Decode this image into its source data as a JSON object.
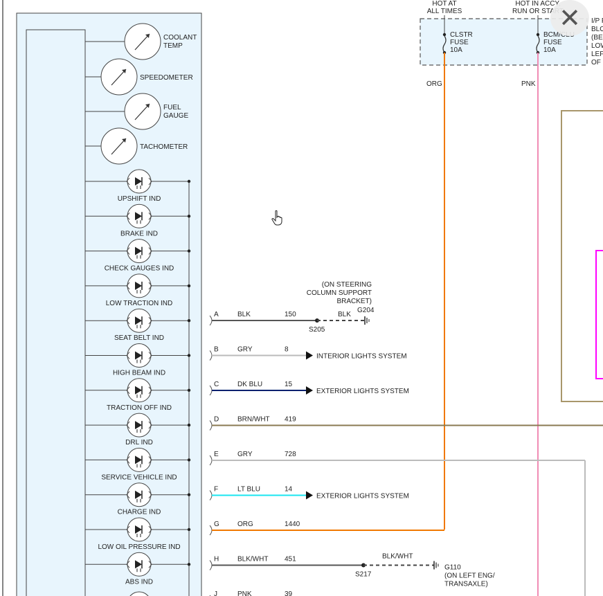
{
  "colors": {
    "org": "#f07800",
    "pnk": "#f08cb4",
    "blk": "#555555",
    "gry": "#bbbbbb",
    "dk_blu": "#00206e",
    "brn_wht": "#8a7a52",
    "lt_blu": "#19e6f0",
    "blk_wht": "#555555",
    "module_fill": "#e8f5fd",
    "frame_tan": "#a8966a",
    "magenta": "#ff00ff"
  },
  "fuse_block": {
    "fuses": [
      {
        "hot_label": [
          "HOT AT",
          "ALL TIMES"
        ],
        "name": [
          "CLSTR",
          "FUSE",
          "10A"
        ],
        "wire": "ORG"
      },
      {
        "hot_label": [
          "HOT IN ACCY,",
          "RUN OR START"
        ],
        "name": [
          "BCM/CLU",
          "FUSE",
          "10A"
        ],
        "wire": "PNK"
      }
    ],
    "side_label": [
      "I/P F",
      "BLO",
      "(BE",
      "LOW",
      "LEF",
      "OF I"
    ]
  },
  "gauges": [
    {
      "label": [
        "COOLANT",
        "TEMP"
      ]
    },
    {
      "label": [
        "SPEEDOMETER"
      ]
    },
    {
      "label": [
        "FUEL",
        "GAUGE"
      ]
    },
    {
      "label": [
        "TACHOMETER"
      ]
    }
  ],
  "indicators": [
    "UPSHIFT IND",
    "BRAKE IND",
    "CHECK GAUGES IND",
    "LOW TRACTION IND",
    "SEAT BELT IND",
    "HIGH BEAM IND",
    "TRACTION OFF IND",
    "DRL IND",
    "SERVICE VEHICLE IND",
    "CHARGE IND",
    "LOW OIL PRESSURE IND",
    "ABS IND"
  ],
  "connectors": [
    {
      "pin": "A",
      "color": "BLK",
      "circuit": "150",
      "dest": "S205",
      "dest2": "BLK",
      "ground": "G204",
      "note": [
        "(ON STEERING",
        "COLUMN SUPPORT",
        "BRACKET)"
      ]
    },
    {
      "pin": "B",
      "color": "GRY",
      "circuit": "8",
      "dest": "INTERIOR LIGHTS SYSTEM"
    },
    {
      "pin": "C",
      "color": "DK BLU",
      "circuit": "15",
      "dest": "EXTERIOR LIGHTS SYSTEM"
    },
    {
      "pin": "D",
      "color": "BRN/WHT",
      "circuit": "419"
    },
    {
      "pin": "E",
      "color": "GRY",
      "circuit": "728"
    },
    {
      "pin": "F",
      "color": "LT BLU",
      "circuit": "14",
      "dest": "EXTERIOR LIGHTS SYSTEM"
    },
    {
      "pin": "G",
      "color": "ORG",
      "circuit": "1440"
    },
    {
      "pin": "H",
      "color": "BLK/WHT",
      "circuit": "451",
      "dest": "S217",
      "dest2": "BLK/WHT",
      "ground": "G110",
      "note": [
        "(ON LEFT ENG/",
        "TRANSAXLE)"
      ]
    },
    {
      "pin": "J",
      "color": "PNK",
      "circuit": "39"
    }
  ],
  "ui": {
    "close_icon": "close-icon",
    "close_glyph": "✕",
    "cursor_icon": "hand-pointer-icon"
  }
}
